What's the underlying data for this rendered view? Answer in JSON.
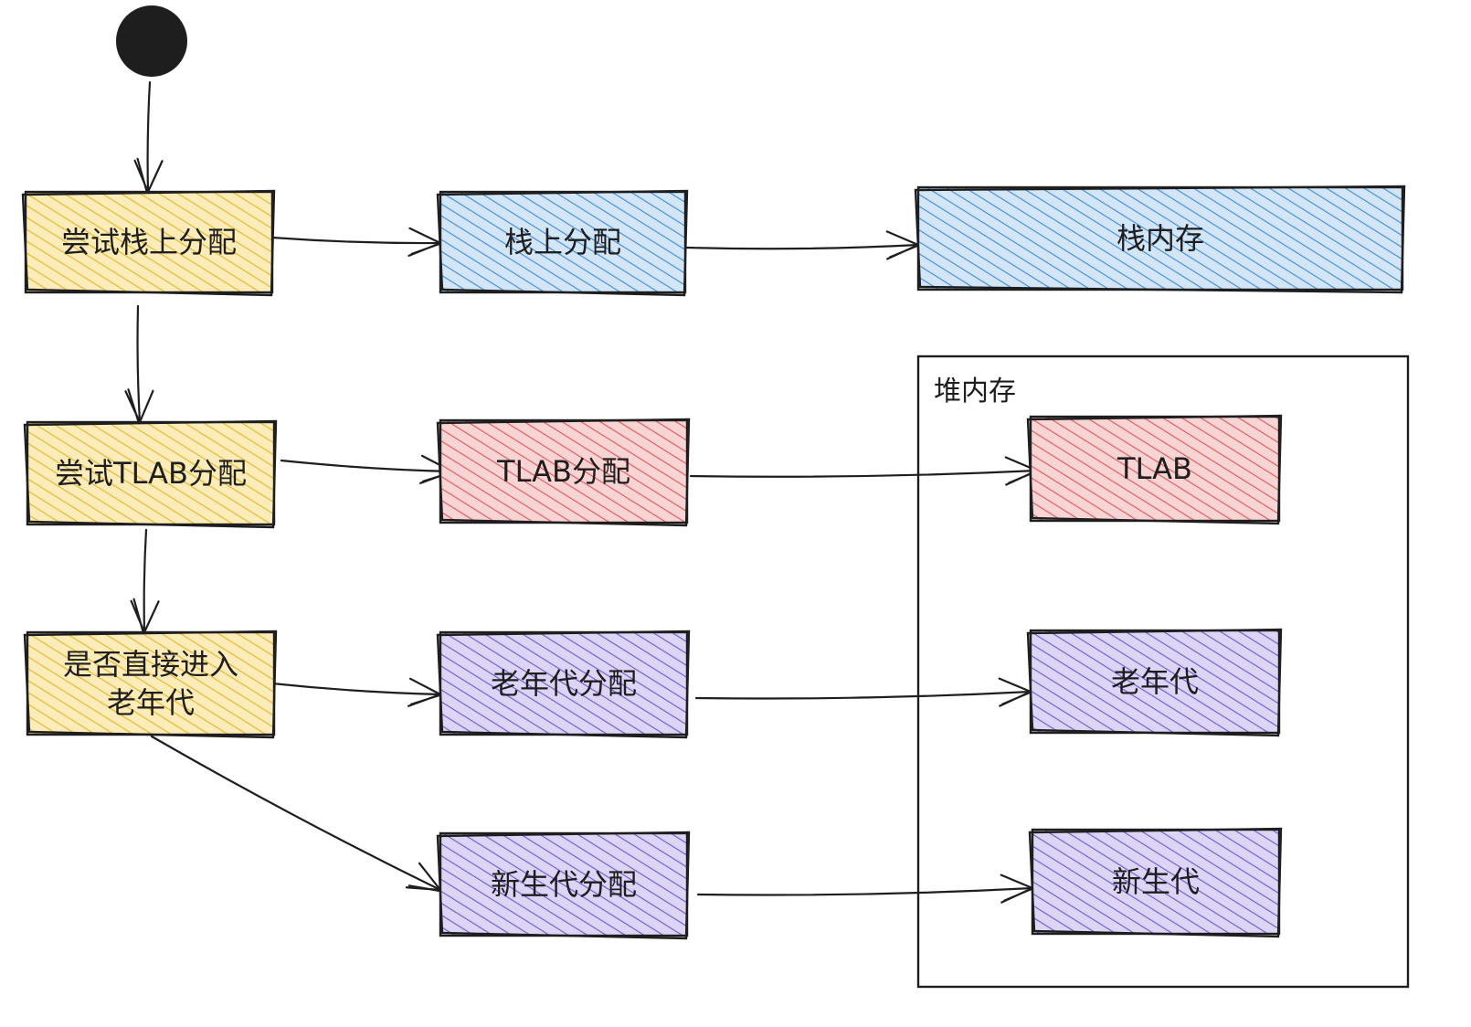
{
  "colors": {
    "yellow": "#e8b830",
    "yellow_bg": "#fbecb9",
    "blue": "#4a90d9",
    "blue_bg": "#d3e6f8",
    "red": "#e06060",
    "red_bg": "#f8d4d4",
    "purple": "#7660d0",
    "purple_bg": "#dcd5f6",
    "stroke": "#1e1e1e"
  },
  "nodes": {
    "try_stack": {
      "lines": [
        "尝试栈上分配"
      ],
      "color": "yellow"
    },
    "try_tlab": {
      "lines": [
        "尝试TLAB分配"
      ],
      "color": "yellow"
    },
    "direct_old": {
      "lines": [
        "是否直接进入",
        "老年代"
      ],
      "color": "yellow"
    },
    "stack_alloc": {
      "lines": [
        "栈上分配"
      ],
      "color": "blue"
    },
    "tlab_alloc": {
      "lines": [
        "TLAB分配"
      ],
      "color": "red"
    },
    "old_alloc": {
      "lines": [
        "老年代分配"
      ],
      "color": "purple"
    },
    "young_alloc": {
      "lines": [
        "新生代分配"
      ],
      "color": "purple"
    },
    "stack_memory": {
      "lines": [
        "栈内存"
      ],
      "color": "blue"
    },
    "tlab": {
      "lines": [
        "TLAB"
      ],
      "color": "red"
    },
    "old_gen": {
      "lines": [
        "老年代"
      ],
      "color": "purple"
    },
    "young_gen": {
      "lines": [
        "新生代"
      ],
      "color": "purple"
    }
  },
  "groups": {
    "heap": {
      "label": "堆内存"
    }
  },
  "edges": [
    {
      "from": "start",
      "to": "try_stack"
    },
    {
      "from": "try_stack",
      "to": "try_tlab"
    },
    {
      "from": "try_tlab",
      "to": "direct_old"
    },
    {
      "from": "try_stack",
      "to": "stack_alloc"
    },
    {
      "from": "try_tlab",
      "to": "tlab_alloc"
    },
    {
      "from": "direct_old",
      "to": "old_alloc"
    },
    {
      "from": "direct_old",
      "to": "young_alloc"
    },
    {
      "from": "stack_alloc",
      "to": "stack_memory"
    },
    {
      "from": "tlab_alloc",
      "to": "tlab"
    },
    {
      "from": "old_alloc",
      "to": "old_gen"
    },
    {
      "from": "young_alloc",
      "to": "young_gen"
    }
  ]
}
